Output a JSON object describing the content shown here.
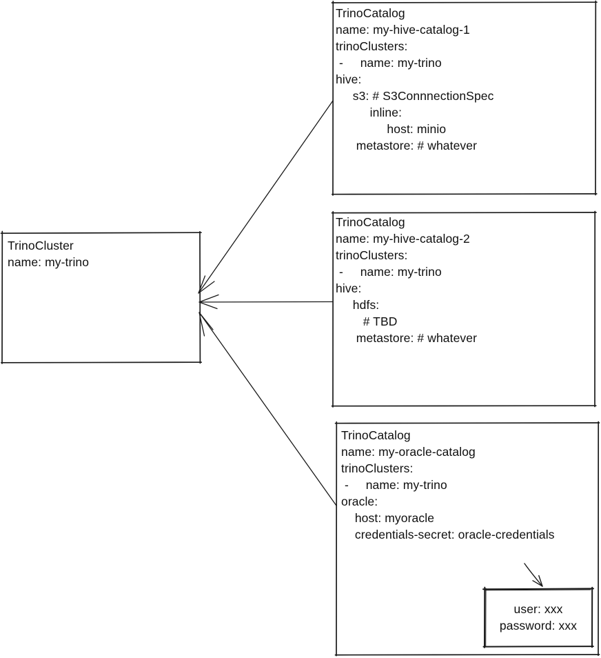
{
  "diagram": {
    "background_color": "#ffffff",
    "stroke_color": "#1a1a1a",
    "text_color": "#0f0f0f",
    "cluster_box": {
      "lines": [
        "TrinoCluster",
        "name: my-trino"
      ]
    },
    "catalog_boxes": [
      {
        "lines": [
          "TrinoCatalog",
          "name: my-hive-catalog-1",
          "trinoClusters:",
          " -     name: my-trino",
          "hive:",
          "     s3: # S3ConnnectionSpec",
          "          inline:",
          "               host: minio",
          "      metastore: # whatever"
        ]
      },
      {
        "lines": [
          "TrinoCatalog",
          "name: my-hive-catalog-2",
          "trinoClusters:",
          " -     name: my-trino",
          "hive:",
          "     hdfs:",
          "        # TBD",
          "      metastore: # whatever"
        ]
      },
      {
        "lines": [
          "TrinoCatalog",
          "name: my-oracle-catalog",
          "trinoClusters:",
          " -     name: my-trino",
          "oracle:",
          "    host: myoracle",
          "    credentials-secret: oracle-credentials"
        ]
      }
    ],
    "secret_box": {
      "lines": [
        "user: xxx",
        "password: xxx"
      ]
    }
  }
}
